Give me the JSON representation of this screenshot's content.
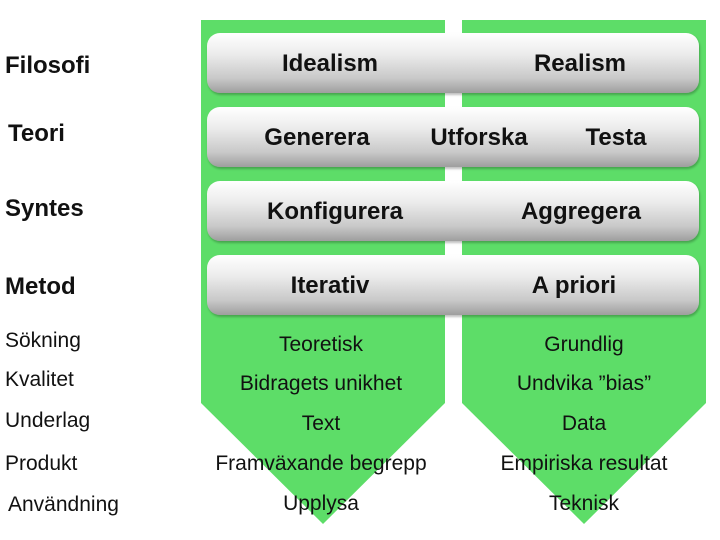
{
  "colors": {
    "arrow_green": "#5ddd68",
    "band_light": "#ffffff",
    "band_dark": "#9e9e9e"
  },
  "row_labels": {
    "filosofi": "Filosofi",
    "teori": "Teori",
    "syntes": "Syntes",
    "metod": "Metod",
    "sokning": "Sökning",
    "kvalitet": "Kvalitet",
    "underlag": "Underlag",
    "produkt": "Produkt",
    "anvandning": "Användning"
  },
  "bands": {
    "filosofi": [
      "Idealism",
      "Realism"
    ],
    "teori": [
      "Generera",
      "Utforska",
      "Testa"
    ],
    "syntes": [
      "Konfigurera",
      "Aggregera"
    ],
    "metod": [
      "Iterativ",
      "A priori"
    ]
  },
  "left_column": {
    "sokning": "Teoretisk",
    "kvalitet": "Bidragets unikhet",
    "underlag": "Text",
    "produkt": "Framväxande begrepp",
    "anvandning": "Upplysa"
  },
  "right_column": {
    "sokning": "Grundlig",
    "kvalitet": "Undvika ”bias”",
    "underlag": "Data",
    "produkt": "Empiriska resultat",
    "anvandning": "Teknisk"
  }
}
